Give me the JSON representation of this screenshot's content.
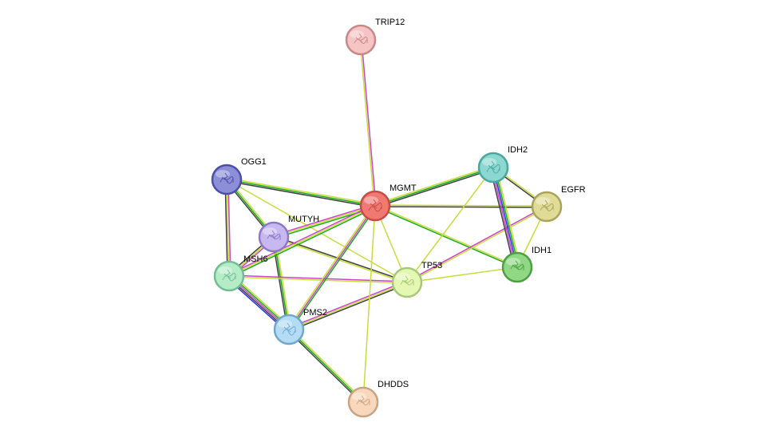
{
  "network": {
    "nodes": [
      {
        "id": "TRIP12",
        "label": "TRIP12",
        "fill": "#f5c4c4",
        "stroke": "#c98888"
      },
      {
        "id": "MGMT",
        "label": "MGMT",
        "fill": "#f07a72",
        "stroke": "#c84a44"
      },
      {
        "id": "OGG1",
        "label": "OGG1",
        "fill": "#8c8fd8",
        "stroke": "#4a4fa8"
      },
      {
        "id": "MUTYH",
        "label": "MUTYH",
        "fill": "#c8b8f0",
        "stroke": "#8c78c4"
      },
      {
        "id": "MSH6",
        "label": "MSH6",
        "fill": "#b4ecc8",
        "stroke": "#74bc94"
      },
      {
        "id": "PMS2",
        "label": "PMS2",
        "fill": "#b4dcf4",
        "stroke": "#70a8cc"
      },
      {
        "id": "TP53",
        "label": "TP53",
        "fill": "#e4f8b4",
        "stroke": "#a8c878"
      },
      {
        "id": "DHDDS",
        "label": "DHDDS",
        "fill": "#f8d8bc",
        "stroke": "#c8a484"
      },
      {
        "id": "IDH2",
        "label": "IDH2",
        "fill": "#8cd8d0",
        "stroke": "#48a8a0"
      },
      {
        "id": "EGFR",
        "label": "EGFR",
        "fill": "#e0dc98",
        "stroke": "#a8a458"
      },
      {
        "id": "IDH1",
        "label": "IDH1",
        "fill": "#90d884",
        "stroke": "#4e9e44"
      }
    ],
    "edges": [
      {
        "source": "TRIP12",
        "target": "MGMT",
        "colors": [
          "#c844c8",
          "#c8dc3c"
        ]
      },
      {
        "source": "OGG1",
        "target": "MGMT",
        "colors": [
          "#c8dc3c",
          "#1ea81e",
          "#404040"
        ]
      },
      {
        "source": "OGG1",
        "target": "MUTYH",
        "colors": [
          "#c8dc3c",
          "#1ea81e",
          "#404040"
        ]
      },
      {
        "source": "OGG1",
        "target": "MSH6",
        "colors": [
          "#c844c8",
          "#c8dc3c",
          "#404040"
        ]
      },
      {
        "source": "OGG1",
        "target": "TP53",
        "colors": [
          "#c8dc3c"
        ]
      },
      {
        "source": "MUTYH",
        "target": "MGMT",
        "colors": [
          "#c844c8",
          "#c8dc3c",
          "#1ea81e"
        ]
      },
      {
        "source": "MUTYH",
        "target": "MSH6",
        "colors": [
          "#c844c8",
          "#c8dc3c",
          "#404040"
        ]
      },
      {
        "source": "MUTYH",
        "target": "PMS2",
        "colors": [
          "#c8dc3c",
          "#1ea81e",
          "#404040"
        ]
      },
      {
        "source": "MUTYH",
        "target": "TP53",
        "colors": [
          "#404040",
          "#c8dc3c"
        ]
      },
      {
        "source": "MSH6",
        "target": "MGMT",
        "colors": [
          "#c844c8",
          "#c8dc3c",
          "#1ea81e"
        ]
      },
      {
        "source": "MSH6",
        "target": "PMS2",
        "colors": [
          "#c8dc3c",
          "#1ea81e",
          "#c844c8",
          "#404040",
          "#3030e0"
        ]
      },
      {
        "source": "MSH6",
        "target": "TP53",
        "colors": [
          "#c844c8",
          "#c8dc3c"
        ]
      },
      {
        "source": "PMS2",
        "target": "MGMT",
        "colors": [
          "#c8dc3c",
          "#c844c8",
          "#1ea81e"
        ]
      },
      {
        "source": "PMS2",
        "target": "TP53",
        "colors": [
          "#c844c8",
          "#c8dc3c",
          "#404040"
        ]
      },
      {
        "source": "PMS2",
        "target": "DHDDS",
        "colors": [
          "#c8dc3c",
          "#1ea81e",
          "#404040"
        ]
      },
      {
        "source": "MGMT",
        "target": "TP53",
        "colors": [
          "#c8dc3c"
        ]
      },
      {
        "source": "MGMT",
        "target": "DHDDS",
        "colors": [
          "#c8dc3c"
        ]
      },
      {
        "source": "MGMT",
        "target": "IDH2",
        "colors": [
          "#c8dc3c",
          "#1ea81e",
          "#404040"
        ]
      },
      {
        "source": "MGMT",
        "target": "EGFR",
        "colors": [
          "#c8dc3c",
          "#404040"
        ]
      },
      {
        "source": "MGMT",
        "target": "IDH1",
        "colors": [
          "#c8dc3c",
          "#1ea81e"
        ]
      },
      {
        "source": "TP53",
        "target": "IDH2",
        "colors": [
          "#c8dc3c"
        ]
      },
      {
        "source": "TP53",
        "target": "EGFR",
        "colors": [
          "#c844c8",
          "#c8dc3c"
        ]
      },
      {
        "source": "TP53",
        "target": "IDH1",
        "colors": [
          "#c8dc3c"
        ]
      },
      {
        "source": "IDH2",
        "target": "EGFR",
        "colors": [
          "#c8dc3c",
          "#404040"
        ]
      },
      {
        "source": "IDH2",
        "target": "IDH1",
        "colors": [
          "#c8dc3c",
          "#1ea81e",
          "#3030e0",
          "#c844c8",
          "#404040"
        ]
      },
      {
        "source": "EGFR",
        "target": "IDH1",
        "colors": [
          "#c8dc3c"
        ]
      }
    ]
  }
}
